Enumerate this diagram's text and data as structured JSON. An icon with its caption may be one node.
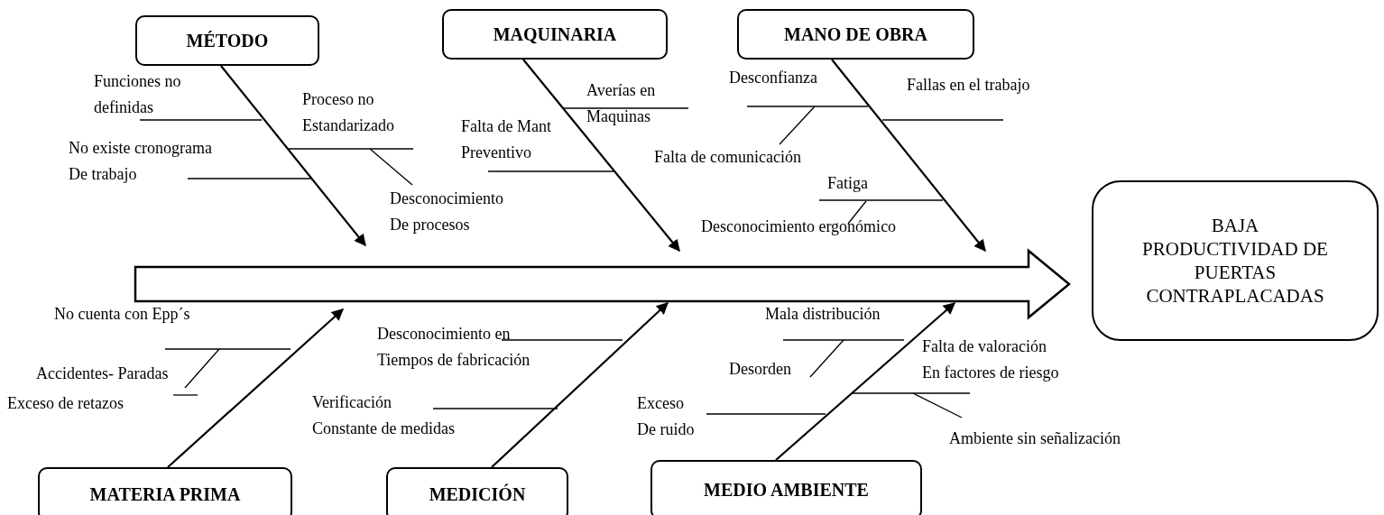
{
  "diagram": {
    "nodes": [
      {
        "text": [
          "MÉTODO"
        ]
      },
      {
        "text": [
          "MAQUINARIA"
        ]
      },
      {
        "text": [
          "MANO DE OBRA"
        ]
      },
      {
        "text": [
          "BAJA PRODUCTIVIDAD DE PUERTAS CONTRAPLACADAS"
        ]
      },
      {
        "text": [
          "MATERIA PRIMA"
        ]
      },
      {
        "text": [
          "MEDICIÓN"
        ]
      },
      {
        "text": [
          "MEDIO AMBIENTE"
        ]
      }
    ],
    "edges": [
      {
        "from": 0,
        "to": null,
        "arrow": "to"
      },
      {
        "from": 1,
        "to": null,
        "arrow": "to"
      },
      {
        "from": 2,
        "to": null,
        "arrow": "to"
      },
      {
        "from": 4,
        "to": null,
        "arrow": "to"
      },
      {
        "from": 5,
        "to": null,
        "arrow": "to"
      },
      {
        "from": 6,
        "to": null,
        "arrow": "to"
      },
      {
        "from": null,
        "to": 3,
        "arrow": "to",
        "style": "thick"
      }
    ],
    "labels": [
      "Funciones no definidas",
      "Proceso no Estandarizado",
      "No existe cronograma De trabajo",
      "Desconocimiento De procesos",
      "Averías en Maquinas",
      "Falta de Mant Preventivo",
      "Desconfianza",
      "Fallas en el trabajo",
      "Falta de comunicación",
      "Fatiga",
      "Desconocimiento ergonómico",
      "No cuenta con Epp´s",
      "Accidentes- Paradas",
      "Exceso de retazos",
      "Desconocimiento en Tiempos de fabricación",
      "Verificación Constante de medidas",
      "Mala distribución",
      "Desorden",
      "Falta de valoración En factores de riesgo",
      "Exceso De ruido",
      "Ambiente sin señalización"
    ]
  }
}
